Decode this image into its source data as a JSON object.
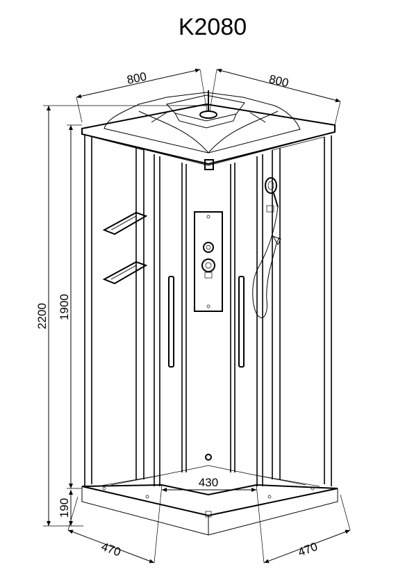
{
  "title": "K2080",
  "dimensions": {
    "top_left_width": "800",
    "top_right_width": "800",
    "total_height": "2200",
    "door_height": "1900",
    "base_height": "190",
    "bottom_left": "470",
    "bottom_right": "470",
    "front_gap": "430"
  }
}
